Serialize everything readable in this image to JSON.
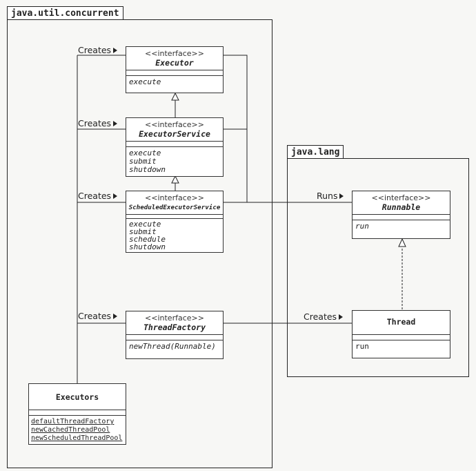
{
  "packages": {
    "concurrent": "java.util.concurrent",
    "lang": "java.lang"
  },
  "classes": {
    "executor": {
      "stereotype": "<<interface>>",
      "name": "Executor",
      "ops": [
        "execute"
      ]
    },
    "executor_service": {
      "stereotype": "<<interface>>",
      "name": "ExecutorService",
      "ops": [
        "execute",
        "submit",
        "shutdown"
      ]
    },
    "scheduled": {
      "stereotype": "<<interface>>",
      "name": "ScheduledExecutorService",
      "ops": [
        "execute",
        "submit",
        "schedule",
        "shutdown"
      ]
    },
    "thread_factory": {
      "stereotype": "<<interface>>",
      "name": "ThreadFactory",
      "ops": [
        "newThread(Runnable)"
      ]
    },
    "executors": {
      "name": "Executors",
      "ops": [
        "defaultThreadFactory",
        "newCachedThreadPool",
        "newScheduledThreadPool"
      ]
    },
    "runnable": {
      "stereotype": "<<interface>>",
      "name": "Runnable",
      "ops": [
        "run"
      ]
    },
    "thread": {
      "name": "Thread",
      "ops": [
        "run"
      ]
    }
  },
  "labels": {
    "creates": "Creates",
    "runs": "Runs"
  }
}
